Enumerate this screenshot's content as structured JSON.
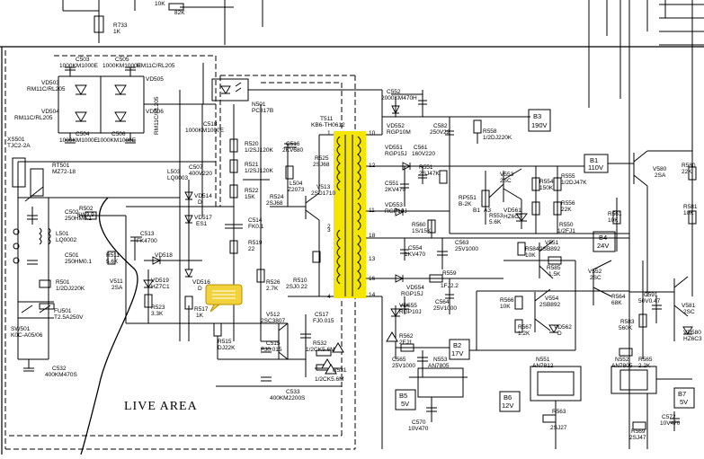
{
  "live_area_label": "LIVE AREA",
  "colors": {
    "line": "#000000",
    "transformer_highlight": "#f4e600",
    "note": "#f2d23a"
  },
  "boxes": {
    "b3": {
      "label": "B3",
      "value": "190V"
    },
    "b1": {
      "label": "B1",
      "value": "110V"
    },
    "b4": {
      "label": "B4",
      "value": "24V"
    },
    "b2": {
      "label": "B2",
      "value": "17V"
    },
    "b5": {
      "label": "B5",
      "value": "5V"
    },
    "b6": {
      "label": "B6",
      "value": "12V"
    },
    "b7": {
      "label": "B7",
      "value": "5V"
    }
  },
  "ics": {
    "n553": {
      "ref": "N553",
      "part": "AN7805"
    },
    "n551": {
      "ref": "N551",
      "part": "AN7812"
    },
    "n552": {
      "ref": "N552",
      "part": "AN7805"
    },
    "n501": {
      "ref": "N501",
      "part": "PC817B"
    },
    "t511": {
      "ref": "T511",
      "part": "KB6-TH0612"
    }
  },
  "labels": [
    {
      "id": "r733",
      "t": "R733"
    },
    {
      "id": "r733v",
      "t": "1K"
    },
    {
      "id": "top10k",
      "t": "10K"
    },
    {
      "id": "top82k",
      "t": "82K"
    },
    {
      "id": "c503",
      "t": "C503"
    },
    {
      "id": "c503v",
      "t": "1000KM1000E"
    },
    {
      "id": "c505",
      "t": "C505"
    },
    {
      "id": "c505v",
      "t": "1000KM1000E"
    },
    {
      "id": "r511c",
      "t": "RM11C/RL205"
    },
    {
      "id": "vd503",
      "t": "VD503"
    },
    {
      "id": "rm11",
      "t": "RM11C/RL205"
    },
    {
      "id": "vd505",
      "t": "VD505"
    },
    {
      "id": "vd504",
      "t": "VD504"
    },
    {
      "id": "rm11b",
      "t": "RM11C/RL205"
    },
    {
      "id": "vd506",
      "t": "VD506"
    },
    {
      "id": "rm11c",
      "t": "RM11C/RL205"
    },
    {
      "id": "c504",
      "t": "C504"
    },
    {
      "id": "c504v",
      "t": "1000KM1000E"
    },
    {
      "id": "c506",
      "t": "C506"
    },
    {
      "id": "c506v",
      "t": "1000KM1000E"
    },
    {
      "id": "xs501",
      "t": "XS501"
    },
    {
      "id": "xs501v",
      "t": "TJC2-2A"
    },
    {
      "id": "rt501",
      "t": "RT501"
    },
    {
      "id": "rt501v",
      "t": "MZ72-18"
    },
    {
      "id": "l503",
      "t": "L503"
    },
    {
      "id": "l503v",
      "t": "LQ0003"
    },
    {
      "id": "c507",
      "t": "C507"
    },
    {
      "id": "c507v",
      "t": "400V220"
    },
    {
      "id": "c518",
      "t": "C518"
    },
    {
      "id": "c518v",
      "t": "1000KM1000E"
    },
    {
      "id": "c502",
      "t": "C502"
    },
    {
      "id": "c502v",
      "t": "250HM0.1"
    },
    {
      "id": "l501",
      "t": "L501"
    },
    {
      "id": "l501v",
      "t": "LQ0002"
    },
    {
      "id": "c501",
      "t": "C501"
    },
    {
      "id": "c501v",
      "t": "250HM0.1"
    },
    {
      "id": "r501",
      "t": "R501"
    },
    {
      "id": "r501v",
      "t": "1/2DJ220K"
    },
    {
      "id": "fu501",
      "t": "FU501"
    },
    {
      "id": "fu501v",
      "t": "T2.5A250V"
    },
    {
      "id": "sw501",
      "t": "SW501"
    },
    {
      "id": "sw501v",
      "t": "K0C-A05/06"
    },
    {
      "id": "c532",
      "t": "C532"
    },
    {
      "id": "c532v",
      "t": "400KM470S"
    },
    {
      "id": "r502",
      "t": "R502"
    },
    {
      "id": "r502v",
      "t": "6W3.9"
    },
    {
      "id": "c513",
      "t": "C513"
    },
    {
      "id": "c513v",
      "t": "FK4700"
    },
    {
      "id": "r511",
      "t": "R511"
    },
    {
      "id": "r511v",
      "t": "5.6K"
    },
    {
      "id": "vd518",
      "t": "VD518"
    },
    {
      "id": "v511",
      "t": "V511"
    },
    {
      "id": "v511v",
      "t": "2SA"
    },
    {
      "id": "vd519",
      "t": "VD519"
    },
    {
      "id": "vd519v",
      "t": "HZ7C1"
    },
    {
      "id": "r523",
      "t": "R523"
    },
    {
      "id": "r523v",
      "t": "3.3K"
    },
    {
      "id": "vd514",
      "t": "VD514"
    },
    {
      "id": "vd514v",
      "t": "D"
    },
    {
      "id": "vd517",
      "t": "VD517"
    },
    {
      "id": "vd517v",
      "t": "ES1"
    },
    {
      "id": "vd516",
      "t": "VD516"
    },
    {
      "id": "vd516v",
      "t": "D"
    },
    {
      "id": "r517",
      "t": "R517"
    },
    {
      "id": "r517v",
      "t": "1K"
    },
    {
      "id": "r515",
      "t": "R515"
    },
    {
      "id": "r515v",
      "t": "DJ22K"
    },
    {
      "id": "r520",
      "t": "R520"
    },
    {
      "id": "r520v",
      "t": "1/2SJ120K"
    },
    {
      "id": "r521",
      "t": "R521"
    },
    {
      "id": "r521v",
      "t": "1/2SJ120K"
    },
    {
      "id": "r522",
      "t": "R522"
    },
    {
      "id": "r522v",
      "t": "15K"
    },
    {
      "id": "c514",
      "t": "C514"
    },
    {
      "id": "c514v",
      "t": "FK0.1"
    },
    {
      "id": "r519",
      "t": "R519"
    },
    {
      "id": "r519v",
      "t": "22"
    },
    {
      "id": "r526",
      "t": "R526"
    },
    {
      "id": "r526v",
      "t": "2.7K"
    },
    {
      "id": "c516",
      "t": "C516"
    },
    {
      "id": "c516v",
      "t": "2KV680"
    },
    {
      "id": "r525",
      "t": "R525"
    },
    {
      "id": "r525v",
      "t": "2SJ68"
    },
    {
      "id": "r524",
      "t": "R524"
    },
    {
      "id": "r524v",
      "t": "2SJ68"
    },
    {
      "id": "v513",
      "t": "V513"
    },
    {
      "id": "v513v",
      "t": "2SD1710"
    },
    {
      "id": "l504",
      "t": "L504"
    },
    {
      "id": "l504v",
      "t": "Z2073"
    },
    {
      "id": "r510",
      "t": "R510"
    },
    {
      "id": "r510v",
      "t": "2SJ0.22"
    },
    {
      "id": "v512",
      "t": "V512"
    },
    {
      "id": "v512v",
      "t": "2SC3807"
    },
    {
      "id": "c517",
      "t": "C517"
    },
    {
      "id": "c517v",
      "t": "FJ0.015"
    },
    {
      "id": "c515",
      "t": "C515"
    },
    {
      "id": "c515v",
      "t": "FJ0.015"
    },
    {
      "id": "r532",
      "t": "R532"
    },
    {
      "id": "r532v",
      "t": "1/2CK5.6M"
    },
    {
      "id": "r531",
      "t": "R531"
    },
    {
      "id": "r531v",
      "t": "1/2CK5.6M"
    },
    {
      "id": "c533",
      "t": "C533"
    },
    {
      "id": "c533v",
      "t": "400KM2200S"
    },
    {
      "id": "c552",
      "t": "C552"
    },
    {
      "id": "c552v",
      "t": "2000KM470H"
    },
    {
      "id": "vd552",
      "t": "VD552"
    },
    {
      "id": "vd552v",
      "t": "RGP10M"
    },
    {
      "id": "c582",
      "t": "C582"
    },
    {
      "id": "c582v",
      "t": "250V22"
    },
    {
      "id": "r558",
      "t": "R558"
    },
    {
      "id": "r558v",
      "t": "1/2DJ220K"
    },
    {
      "id": "vd551",
      "t": "VD551"
    },
    {
      "id": "vd551v",
      "t": "RGP15J"
    },
    {
      "id": "c561",
      "t": "C561"
    },
    {
      "id": "c561v",
      "t": "160V220"
    },
    {
      "id": "c551",
      "t": "C551"
    },
    {
      "id": "c551v",
      "t": "2KV470"
    },
    {
      "id": "r551",
      "t": "R551"
    },
    {
      "id": "r551v",
      "t": "2SJ47K"
    },
    {
      "id": "vd553",
      "t": "VD553"
    },
    {
      "id": "vd553v",
      "t": "RGP10J"
    },
    {
      "id": "v553",
      "t": "V553"
    },
    {
      "id": "v553v",
      "t": "2SC"
    },
    {
      "id": "rp551",
      "t": "RP551"
    },
    {
      "id": "rp551v",
      "t": "B-2K"
    },
    {
      "id": "r553",
      "t": "R553"
    },
    {
      "id": "r553v",
      "t": "5.6K"
    },
    {
      "id": "vd561",
      "t": "VD561"
    },
    {
      "id": "vd561v",
      "t": "HZ6C3"
    },
    {
      "id": "r554",
      "t": "R554"
    },
    {
      "id": "r554v",
      "t": "150K"
    },
    {
      "id": "r556",
      "t": "R556"
    },
    {
      "id": "r556v",
      "t": "22K"
    },
    {
      "id": "r555",
      "t": "R555"
    },
    {
      "id": "r555v",
      "t": "1/2DJ47K"
    },
    {
      "id": "v580",
      "t": "V580"
    },
    {
      "id": "v580v",
      "t": "2SA"
    },
    {
      "id": "r580",
      "t": "R580"
    },
    {
      "id": "r580v",
      "t": "22K"
    },
    {
      "id": "r581",
      "t": "R581"
    },
    {
      "id": "r581v",
      "t": "10K"
    },
    {
      "id": "r561",
      "t": "R561"
    },
    {
      "id": "r561v",
      "t": "10K"
    },
    {
      "id": "r560",
      "t": "R560"
    },
    {
      "id": "r560v",
      "t": "1S/15K"
    },
    {
      "id": "c554",
      "t": "C554"
    },
    {
      "id": "c554v",
      "t": "1KV470"
    },
    {
      "id": "c563",
      "t": "C563"
    },
    {
      "id": "c563v",
      "t": "25V1000"
    },
    {
      "id": "r550",
      "t": "R550"
    },
    {
      "id": "r550v",
      "t": "1/2FJ1"
    },
    {
      "id": "v551",
      "t": "V551"
    },
    {
      "id": "v551v",
      "t": "2SB892"
    },
    {
      "id": "r584",
      "t": "R584"
    },
    {
      "id": "r584v",
      "t": "10K"
    },
    {
      "id": "r585",
      "t": "R585"
    },
    {
      "id": "r585v",
      "t": "1.5K"
    },
    {
      "id": "v552",
      "t": "V552"
    },
    {
      "id": "v552v",
      "t": "2SC"
    },
    {
      "id": "r564",
      "t": "R564"
    },
    {
      "id": "r564v",
      "t": "68K"
    },
    {
      "id": "c591",
      "t": "C591"
    },
    {
      "id": "c591v",
      "t": "50V0.47"
    },
    {
      "id": "v581",
      "t": "V581"
    },
    {
      "id": "v581v",
      "t": "2SC"
    },
    {
      "id": "r583",
      "t": "R583"
    },
    {
      "id": "r583v",
      "t": "560K"
    },
    {
      "id": "vd580",
      "t": "VD580"
    },
    {
      "id": "vd580v",
      "t": "HZ6C3"
    },
    {
      "id": "r565",
      "t": "R565"
    },
    {
      "id": "r565v",
      "t": "2.2K"
    },
    {
      "id": "vd554",
      "t": "VD554"
    },
    {
      "id": "vd554v",
      "t": "RGP15J"
    },
    {
      "id": "r559",
      "t": "R559"
    },
    {
      "id": "r559v",
      "t": "1FJ2.2"
    },
    {
      "id": "c564",
      "t": "C564"
    },
    {
      "id": "c564v",
      "t": "25V1000"
    },
    {
      "id": "vd555",
      "t": "VD555"
    },
    {
      "id": "vd555v",
      "t": "RGP10J"
    },
    {
      "id": "r566",
      "t": "R566"
    },
    {
      "id": "r566v",
      "t": "10K"
    },
    {
      "id": "v554",
      "t": "V554"
    },
    {
      "id": "v554v",
      "t": "2SB892"
    },
    {
      "id": "r567",
      "t": "R567"
    },
    {
      "id": "r567v",
      "t": "1.2K"
    },
    {
      "id": "vd562",
      "t": "VD562"
    },
    {
      "id": "vd562v",
      "t": "D"
    },
    {
      "id": "r562",
      "t": "R562"
    },
    {
      "id": "r562v",
      "t": "2FJ1"
    },
    {
      "id": "c565",
      "t": "C565"
    },
    {
      "id": "c565v",
      "t": "25V1000"
    },
    {
      "id": "c570",
      "t": "C570"
    },
    {
      "id": "c570v",
      "t": "10V470"
    },
    {
      "id": "r563",
      "t": "R563"
    },
    {
      "id": "r563v",
      "t": "2SJ27"
    },
    {
      "id": "c572",
      "t": "C572"
    },
    {
      "id": "c572v",
      "t": "10V470"
    },
    {
      "id": "r569",
      "t": "R569"
    },
    {
      "id": "r569v",
      "t": "2SJ47"
    },
    {
      "id": "b1d",
      "t": "B1"
    },
    {
      "id": "a3d",
      "t": "A3"
    }
  ]
}
